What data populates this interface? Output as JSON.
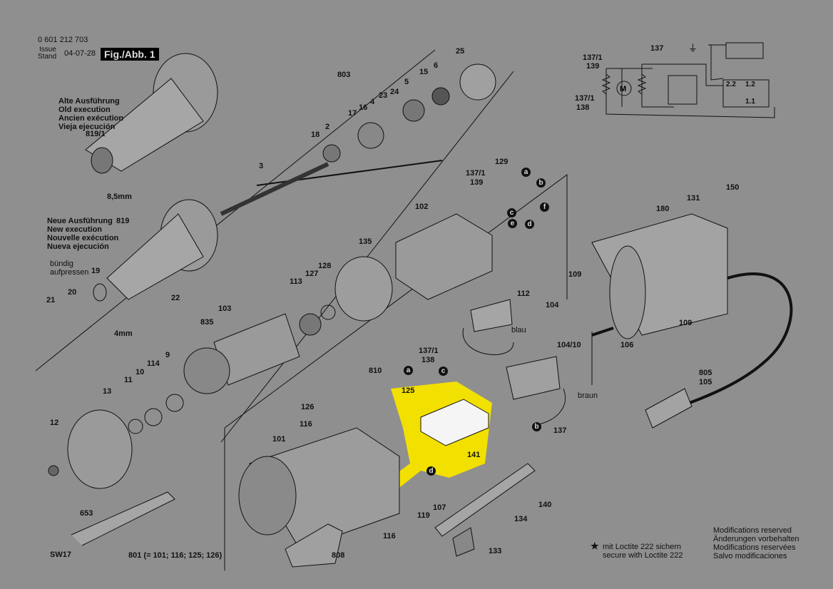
{
  "header": {
    "part_number": "0 601 212 703",
    "issue_label": "Issue",
    "stand_label": "Stand",
    "date": "04-07-28",
    "figure": "Fig./Abb. 1"
  },
  "old_execution": [
    "Alte Ausführung",
    "Old execution",
    "Ancien exécution",
    "Vieja ejecución"
  ],
  "new_execution": [
    "Neue Ausführung",
    "New execution",
    "Nouvelle exécution",
    "Nueva ejecución"
  ],
  "press_note": [
    "bündig",
    "aufpressen"
  ],
  "callouts": [
    "803",
    "15",
    "6",
    "25",
    "5",
    "24",
    "23",
    "4",
    "16",
    "17",
    "2",
    "18",
    "3",
    "129",
    "137/1",
    "139",
    "102",
    "135",
    "128",
    "127",
    "113",
    "103",
    "835",
    "112",
    "104",
    "104/10",
    "137/1",
    "138",
    "810",
    "125",
    "126",
    "116",
    "141",
    "107",
    "119",
    "116",
    "808",
    "653",
    "SW17",
    "12",
    "13",
    "11",
    "10",
    "114",
    "9",
    "21",
    "20",
    "22",
    "819",
    "19",
    "819/1",
    "8,5mm",
    "4mm",
    "131",
    "150",
    "180",
    "109",
    "109",
    "106",
    "805",
    "105",
    "137",
    "134",
    "140",
    "133",
    "101",
    "137/1",
    "139",
    "137",
    "137/1",
    "138",
    "blau",
    "braun"
  ],
  "connectors": [
    "a",
    "b",
    "c",
    "f",
    "e",
    "d",
    "c",
    "a",
    "d",
    "b"
  ],
  "assembly_note": "801 (= 101; 116; 125; 126)",
  "schematic": {
    "terminals": [
      "2.2",
      "1.2",
      "1.1"
    ],
    "motor": "M"
  },
  "loctite_note": [
    "mit Loctite 222 sichern",
    "secure with Loctite 222"
  ],
  "loctite_symbol": "★",
  "modifications": [
    "Modifications reserved",
    "Änderungen vorbehalten",
    "Modifications reservées",
    "Salvo modificaciones"
  ],
  "colors": {
    "background": "#8f8f8f",
    "highlight": "#f2e000"
  }
}
